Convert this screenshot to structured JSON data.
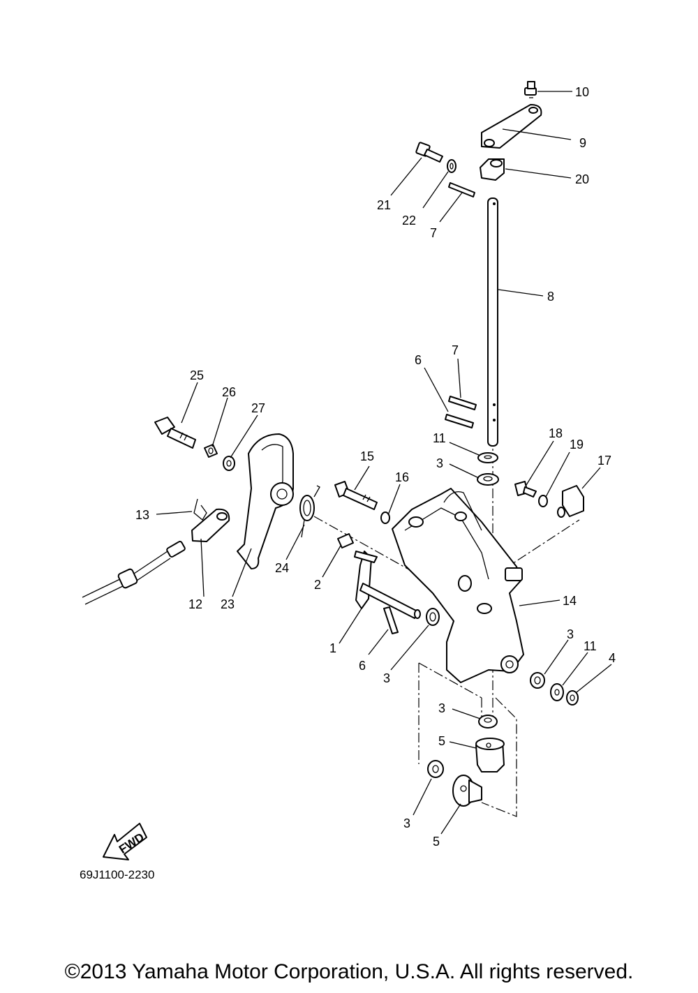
{
  "diagram_code": "69J1100-2230",
  "fwd_label": "FWD",
  "copyright": "©2013 Yamaha Motor Corporation, U.S.A. All rights reserved.",
  "callouts": [
    {
      "id": "c10",
      "label": "10"
    },
    {
      "id": "c9",
      "label": "9"
    },
    {
      "id": "c20",
      "label": "20"
    },
    {
      "id": "c21",
      "label": "21"
    },
    {
      "id": "c22",
      "label": "22"
    },
    {
      "id": "c7a",
      "label": "7"
    },
    {
      "id": "c8",
      "label": "8"
    },
    {
      "id": "c7b",
      "label": "7"
    },
    {
      "id": "c6a",
      "label": "6"
    },
    {
      "id": "c25",
      "label": "25"
    },
    {
      "id": "c26",
      "label": "26"
    },
    {
      "id": "c27",
      "label": "27"
    },
    {
      "id": "c11a",
      "label": "11"
    },
    {
      "id": "c3a",
      "label": "3"
    },
    {
      "id": "c18",
      "label": "18"
    },
    {
      "id": "c19",
      "label": "19"
    },
    {
      "id": "c17",
      "label": "17"
    },
    {
      "id": "c15",
      "label": "15"
    },
    {
      "id": "c16",
      "label": "16"
    },
    {
      "id": "c13",
      "label": "13"
    },
    {
      "id": "c24",
      "label": "24"
    },
    {
      "id": "c2",
      "label": "2"
    },
    {
      "id": "c12",
      "label": "12"
    },
    {
      "id": "c23",
      "label": "23"
    },
    {
      "id": "c14",
      "label": "14"
    },
    {
      "id": "c1",
      "label": "1"
    },
    {
      "id": "c6b",
      "label": "6"
    },
    {
      "id": "c3b",
      "label": "3"
    },
    {
      "id": "c3c",
      "label": "3"
    },
    {
      "id": "c11b",
      "label": "11"
    },
    {
      "id": "c4",
      "label": "4"
    },
    {
      "id": "c3d",
      "label": "3"
    },
    {
      "id": "c5a",
      "label": "5"
    },
    {
      "id": "c3e",
      "label": "3"
    },
    {
      "id": "c5b",
      "label": "5"
    }
  ]
}
